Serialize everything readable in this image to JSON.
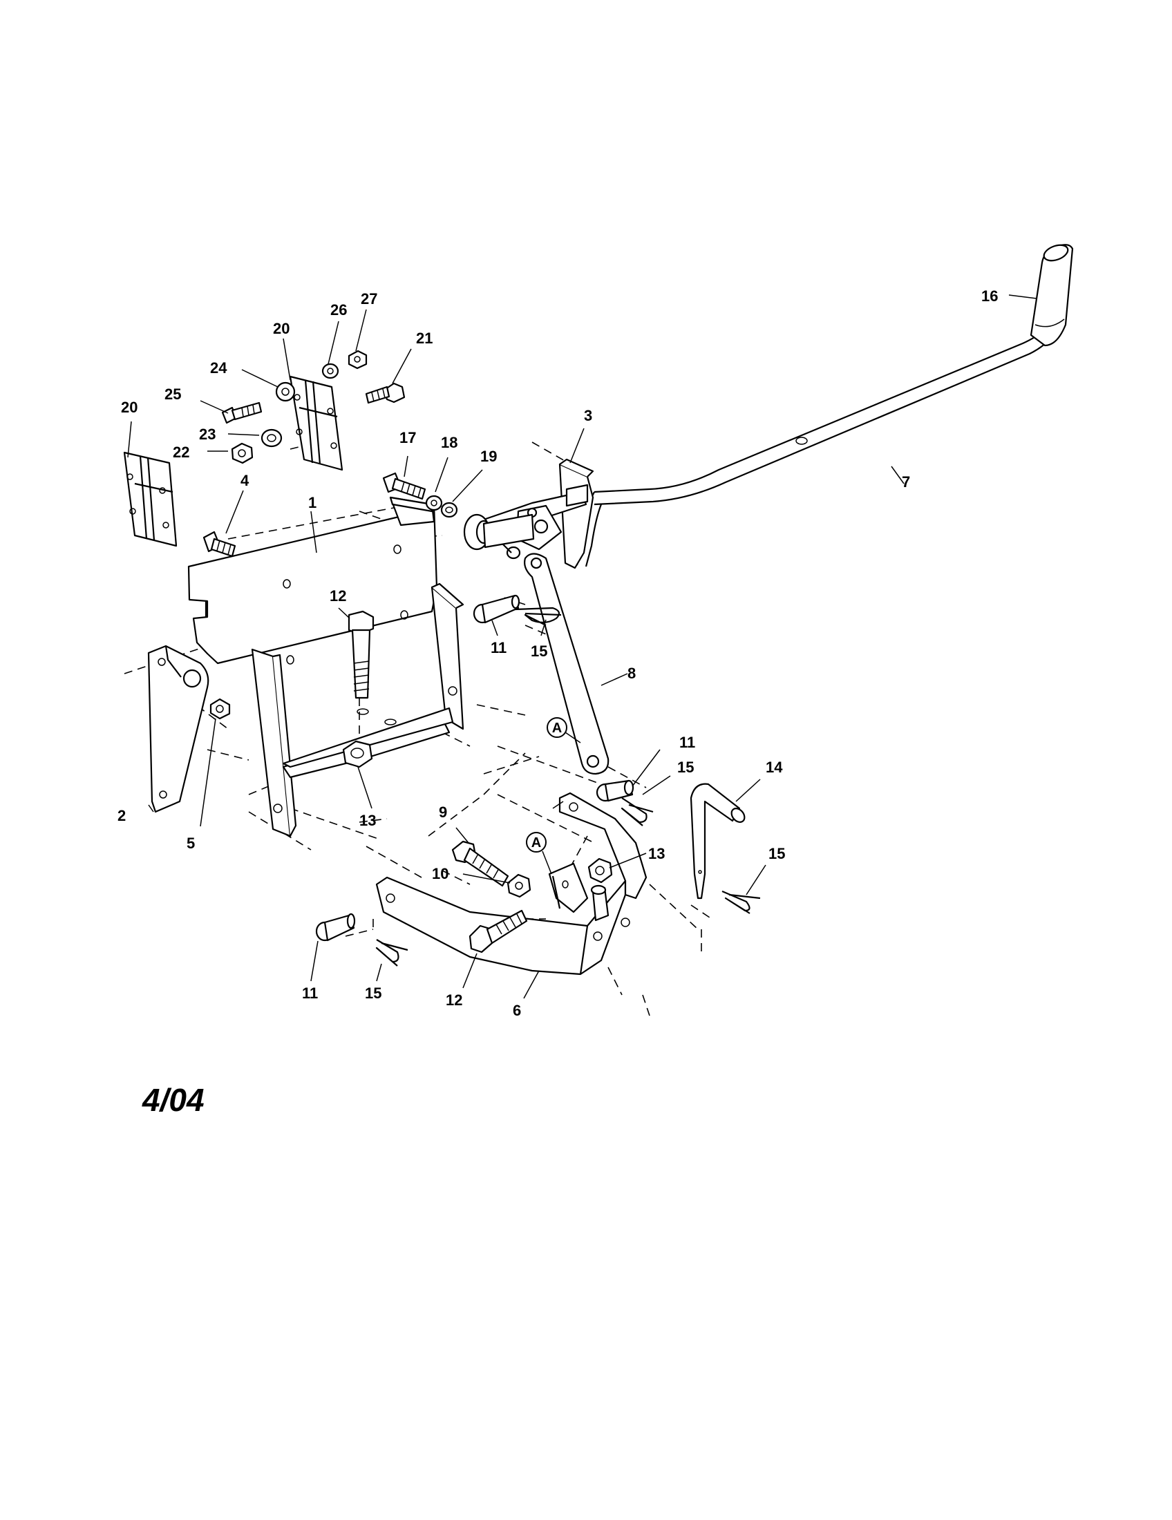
{
  "diagram": {
    "date_code": "4/04",
    "callout_letter": "A",
    "labels": {
      "p1": "1",
      "p2": "2",
      "p3": "3",
      "p4": "4",
      "p5": "5",
      "p6": "6",
      "p7": "7",
      "p8": "8",
      "p9": "9",
      "p10": "10",
      "p11": "11",
      "p12": "12",
      "p13": "13",
      "p14": "14",
      "p15": "15",
      "p16": "16",
      "p17": "17",
      "p18": "18",
      "p19": "19",
      "p20": "20",
      "p21": "21",
      "p22": "22",
      "p23": "23",
      "p24": "24",
      "p25": "25",
      "p26": "26",
      "p27": "27"
    }
  }
}
